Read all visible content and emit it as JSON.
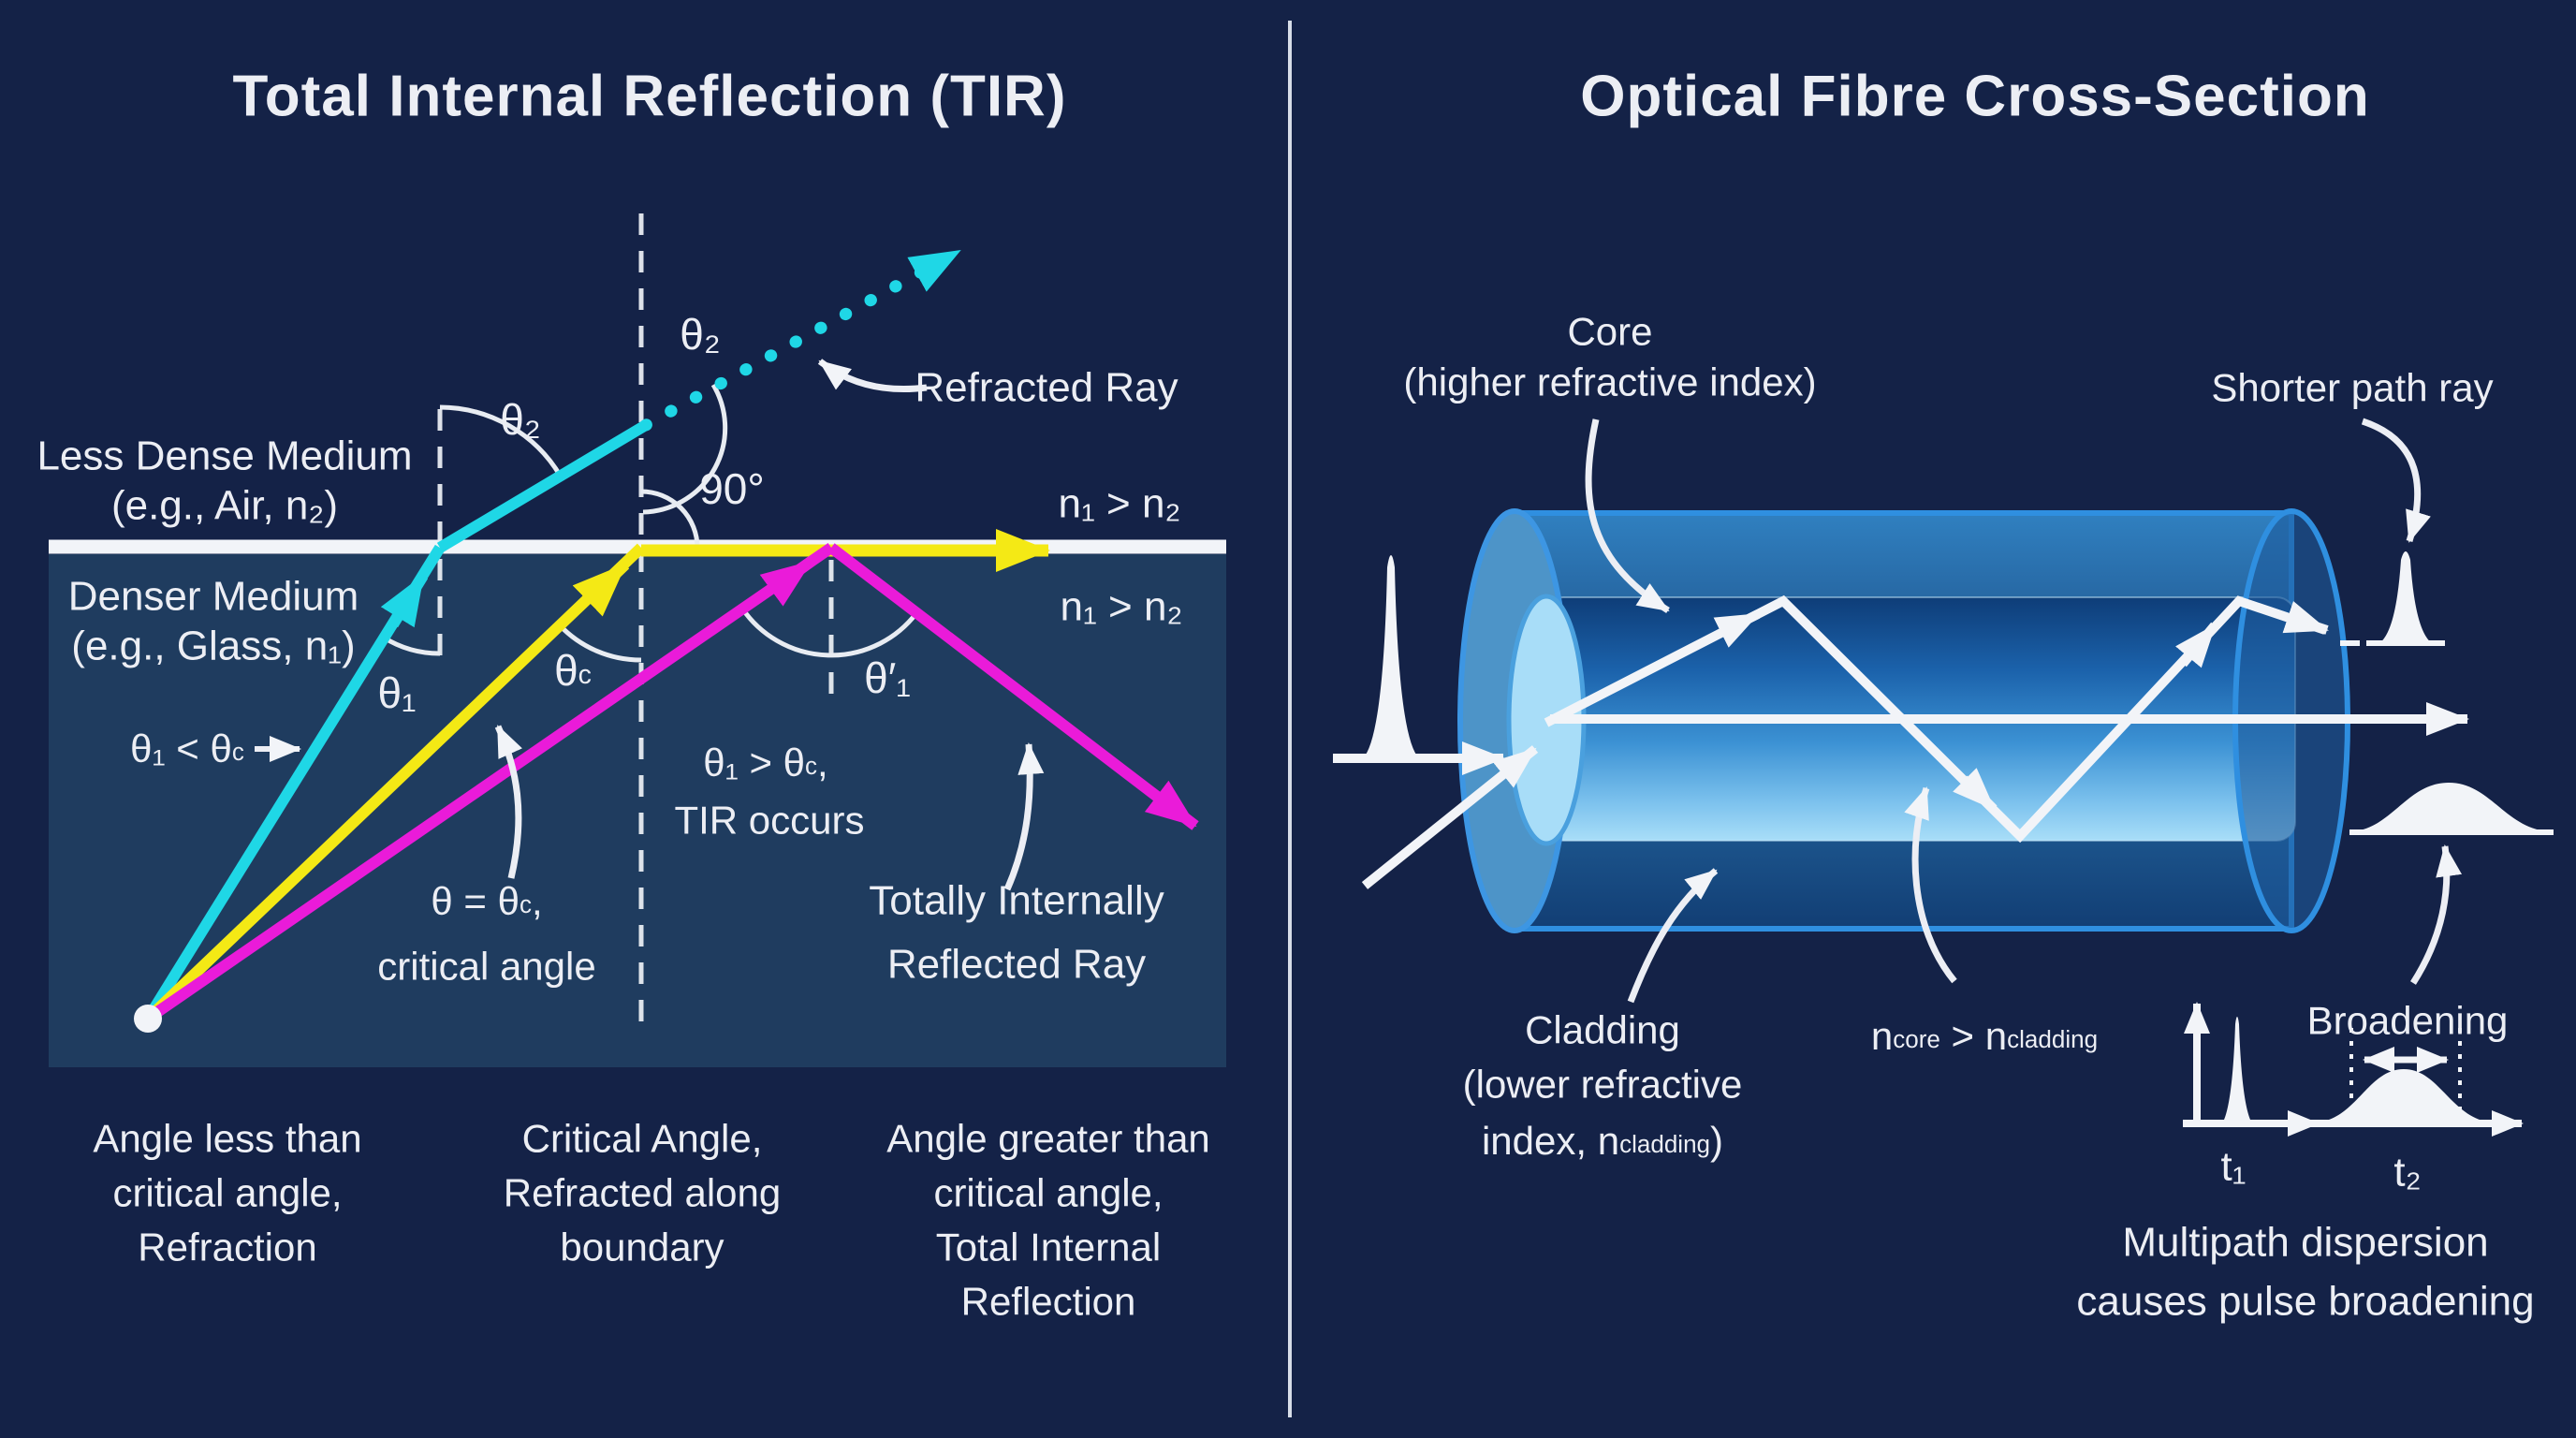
{
  "colors": {
    "background": "#142247",
    "denser_panel": "#1f3c5f",
    "interface_white": "#f2f4f8",
    "divider": "#d7dde8",
    "cyan_ray": "#1fd7e6",
    "yellow_ray": "#f4e915",
    "magenta_ray": "#ea1bd9",
    "fibre_outline": "#2f8fe0",
    "fibre_core_light": "#a9def8",
    "text": "#eceef4"
  },
  "left_panel": {
    "title": "Total Internal Reflection (TIR)",
    "medium_labels": {
      "less_dense_line1": "Less Dense Medium",
      "less_dense_line2": "(e.g., Air, n₂)",
      "denser_line1": "Denser Medium",
      "denser_line2": "(e.g., Glass, n₁)"
    },
    "index_relation_above": "n₁ > n₂",
    "index_relation_below": "n₁ > n₂",
    "angle_labels": {
      "theta2_refracted": "θ₂",
      "theta2_normal": "θ₂",
      "ninety_degrees": "90°",
      "theta1": "θ₁",
      "theta_c": [
        {
          "t": "θ"
        },
        {
          "t": "c",
          "sub": true
        }
      ],
      "theta1_prime": "θ′₁",
      "incident_condition": [
        {
          "t": "θ₁ < θ"
        },
        {
          "t": "c",
          "sub": true
        }
      ],
      "tir_condition_line1": [
        {
          "t": "θ₁ > θ"
        },
        {
          "t": "c",
          "sub": true
        },
        {
          "t": ","
        }
      ],
      "tir_condition_line2": "TIR occurs",
      "critical_line1": [
        {
          "t": "θ = θ"
        },
        {
          "t": "c",
          "sub": true
        },
        {
          "t": ","
        }
      ],
      "critical_line2": "critical angle"
    },
    "ray_labels": {
      "refracted": "Refracted Ray",
      "reflected_line1": "Totally Internally",
      "reflected_line2": "Reflected Ray"
    },
    "captions": [
      {
        "lines": [
          "Angle less than",
          "critical angle,",
          "Refraction"
        ]
      },
      {
        "lines": [
          "Critical Angle,",
          "Refracted along",
          "boundary"
        ]
      },
      {
        "lines": [
          "Angle greater than",
          "critical angle,",
          "Total Internal",
          "Reflection"
        ]
      }
    ]
  },
  "right_panel": {
    "title": "Optical Fibre Cross-Section",
    "labels": {
      "core_line1": "Core",
      "core_line2": "(higher refractive index)",
      "shorter_path": "Shorter path ray",
      "cladding_line1": "Cladding",
      "cladding_line2": "(lower refractive",
      "cladding_line3": [
        {
          "t": "index, n"
        },
        {
          "t": "cladding",
          "sub": true
        },
        {
          "t": ")"
        }
      ],
      "index_relation": [
        {
          "t": "n"
        },
        {
          "t": "core",
          "sub": true
        },
        {
          "t": " > n"
        },
        {
          "t": "cladding",
          "sub": true
        }
      ],
      "broadening": "Broadening",
      "t1": "t₁",
      "t2": "t₂",
      "dispersion_line1": "Multipath dispersion",
      "dispersion_line2": "causes pulse broadening"
    }
  }
}
